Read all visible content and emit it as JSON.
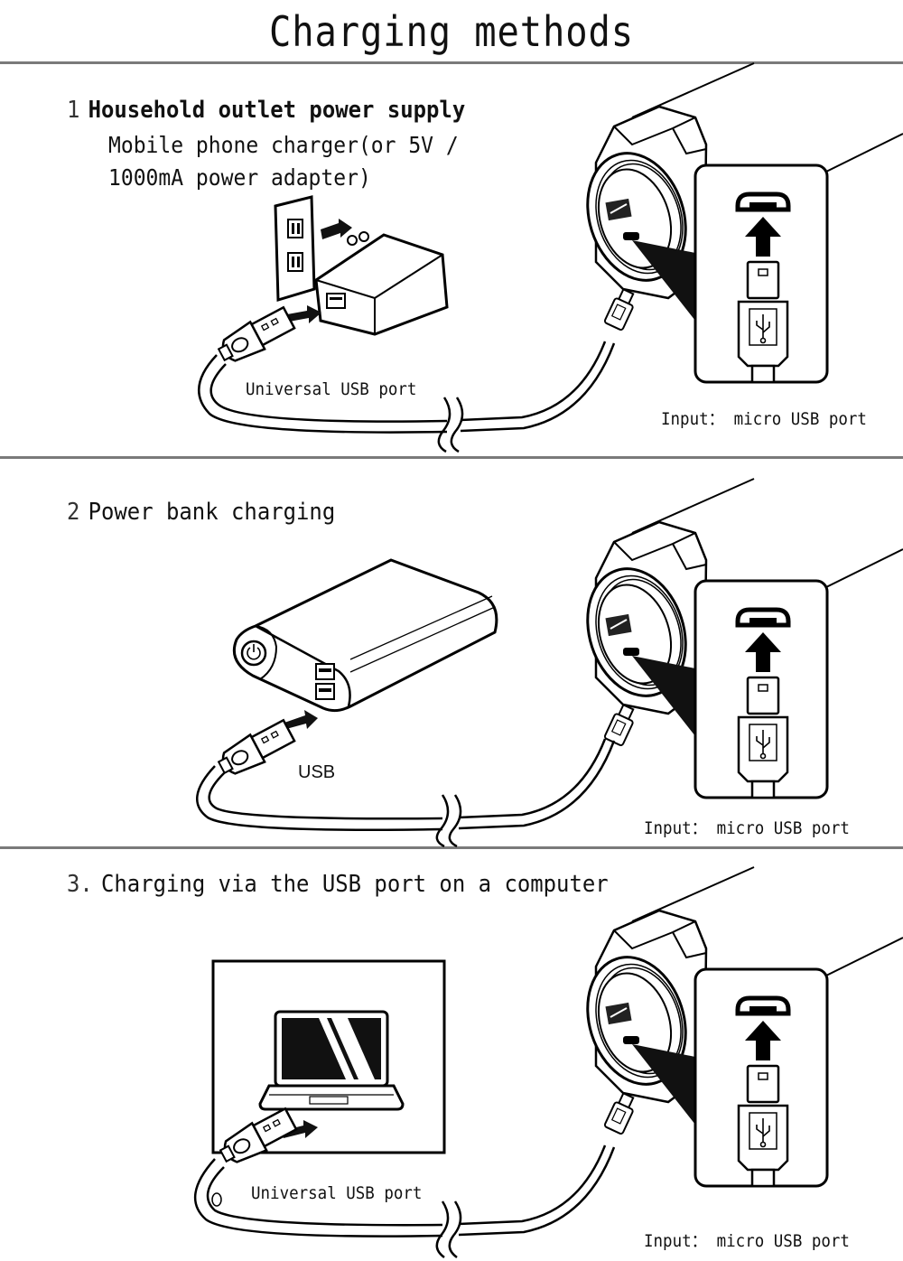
{
  "title": "Charging methods",
  "sections": [
    {
      "number": "1",
      "heading": "Household outlet power supply",
      "subtitle_lines": [
        "Mobile phone charger(or 5V /",
        "1000mA power adapter)"
      ],
      "source_device": "wall-outlet-and-adapter",
      "cable_label": "Universal USB port",
      "input_label": "Input： micro USB port"
    },
    {
      "number": "2",
      "heading": "Power bank charging",
      "subtitle_lines": [],
      "source_device": "power-bank",
      "cable_label": "USB",
      "input_label": "Input： micro USB port"
    },
    {
      "number": "3.",
      "heading": "Charging via the USB port on a computer",
      "subtitle_lines": [],
      "source_device": "laptop",
      "cable_label": "Universal USB port",
      "input_label": "Input： micro USB port"
    }
  ],
  "icons": [
    "wall-outlet-icon",
    "power-adapter-icon",
    "power-bank-icon",
    "laptop-icon",
    "usb-a-plug-icon",
    "micro-usb-plug-icon",
    "micro-usb-port-icon",
    "usb-trident-icon",
    "arrow-icon",
    "device-cap-icon"
  ]
}
